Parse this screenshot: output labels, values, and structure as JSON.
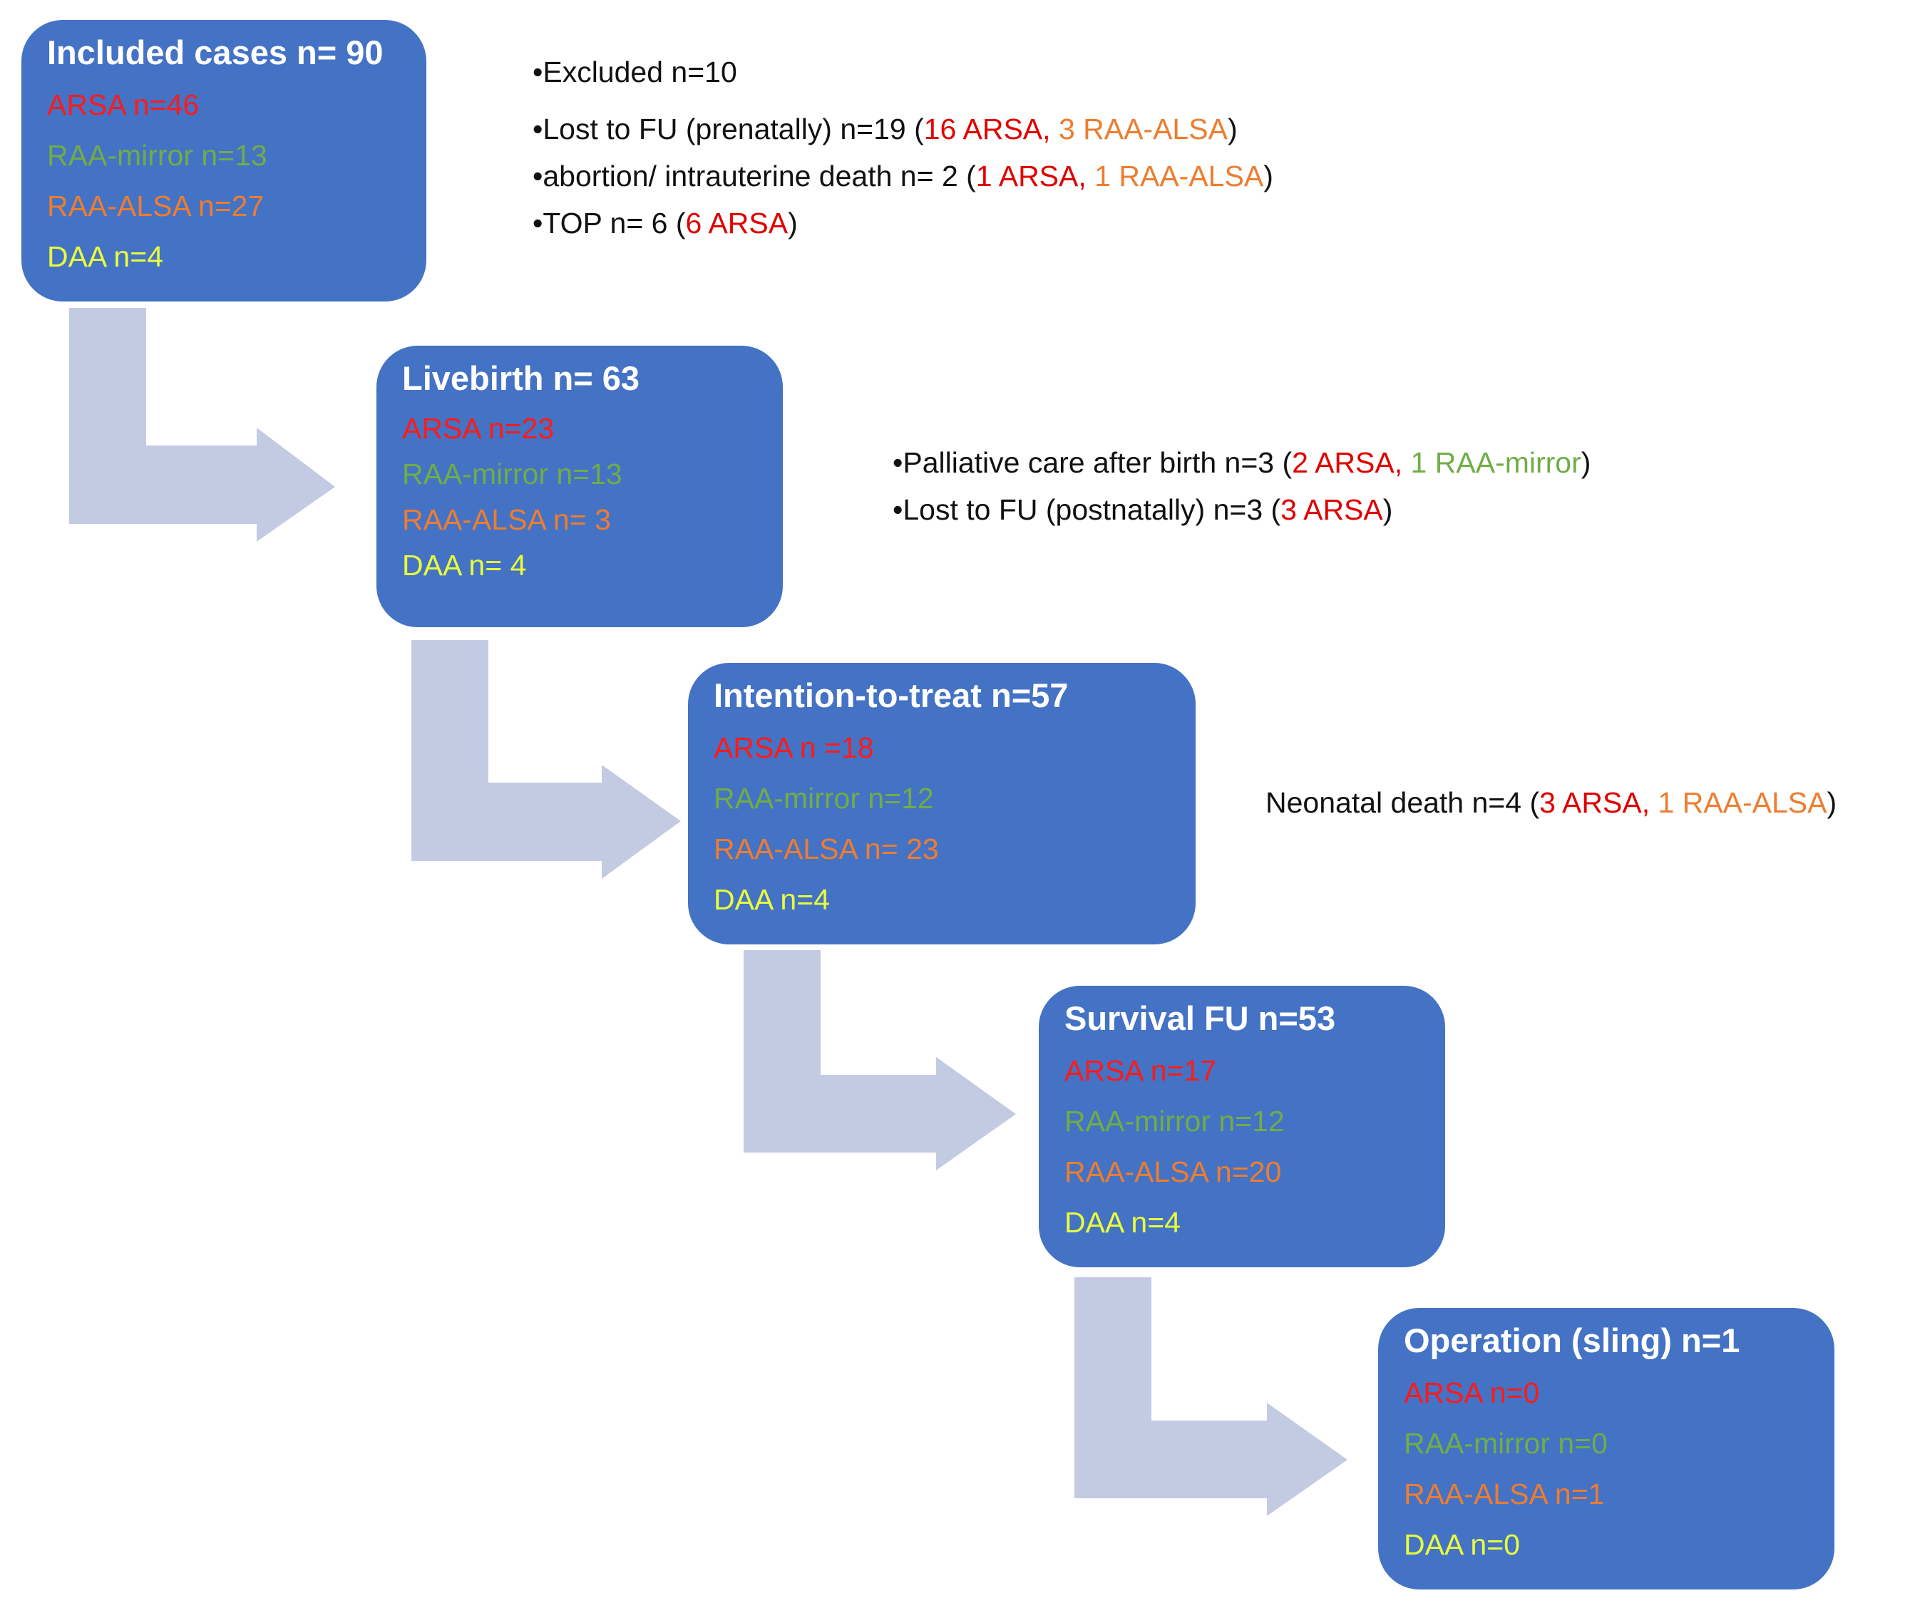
{
  "colors": {
    "box_fill": "#4472c4",
    "arrow_fill": "#c3cbe3",
    "arsa": "#ff1a1a",
    "raa_mirror": "#70ad47",
    "raa_alsa": "#ed7d31",
    "daa": "#e8ff3a"
  },
  "stages": [
    {
      "title": "Included cases n= 90",
      "arsa": "ARSA n=46",
      "mirror": "RAA-mirror  n=13",
      "alsa": "RAA-ALSA n=27",
      "daa": "DAA n=4"
    },
    {
      "title": "Livebirth n= 63",
      "arsa": "ARSA  n=23",
      "mirror": "RAA-mirror n=13",
      "alsa": "RAA-ALSA n= 3",
      "daa": "DAA  n= 4"
    },
    {
      "title": "Intention-to-treat n=57",
      "arsa": "ARSA n =18",
      "mirror": "RAA-mirror  n=12",
      "alsa": "RAA-ALSA  n= 23",
      "daa": "DAA n=4"
    },
    {
      "title": "Survival  FU n=53",
      "arsa": "ARSA n=17",
      "mirror": "RAA-mirror  n=12",
      "alsa": "RAA-ALSA n=20",
      "daa": "DAA n=4"
    },
    {
      "title": "Operation (sling) n=1",
      "arsa": "ARSA n=0",
      "mirror": "RAA-mirror  n=0",
      "alsa": "RAA-ALSA n=1",
      "daa": "DAA n=0"
    }
  ],
  "notes1": {
    "excluded": "•Excluded n=10",
    "lost_pre": "•Lost to FU (prenatally) n=19 (",
    "lost_pre_arsa": "16 ARSA,",
    "lost_pre_alsa": "3 RAA-ALSA",
    "abortion": "•abortion/ intrauterine death n= 2 (",
    "abortion_arsa": "1 ARSA,",
    "abortion_alsa": "1 RAA-ALSA",
    "top": "•TOP n= 6  (",
    "top_arsa": "6 ARSA",
    "close": ")"
  },
  "notes2": {
    "palliative": "•Palliative care after birth n=3 (",
    "palliative_arsa": "2 ARSA,",
    "palliative_mirror": "1 RAA-mirror",
    "lost_post": "•Lost to FU (postnatally) n=3 (",
    "lost_post_arsa": "3 ARSA",
    "close": ")"
  },
  "notes3": {
    "neonatal": "Neonatal death  n=4 (",
    "neonatal_arsa": "3 ARSA,",
    "neonatal_alsa": "1 RAA-ALSA",
    "close": ")"
  }
}
